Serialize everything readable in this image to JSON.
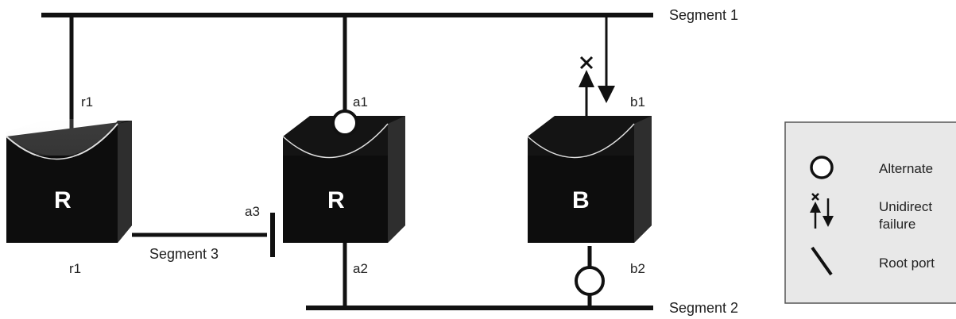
{
  "segments": {
    "segment1": "Segment 1",
    "segment2": "Segment 2",
    "segment3": "Segment 3"
  },
  "bridges": {
    "root": "R",
    "middle": "R",
    "right": "B"
  },
  "ports": {
    "r1_top": "r1",
    "r1_bottom": "r1",
    "a1": "a1",
    "a2": "a2",
    "a3": "a3",
    "b1": "b1",
    "b2": "b2"
  },
  "legend": {
    "alternate": "Alternate",
    "unidirectional": "Unidirect",
    "failure": "failure",
    "root_port": "Root port"
  },
  "colors": {
    "ink": "#111111",
    "legend_bg": "#e8e8e8"
  }
}
